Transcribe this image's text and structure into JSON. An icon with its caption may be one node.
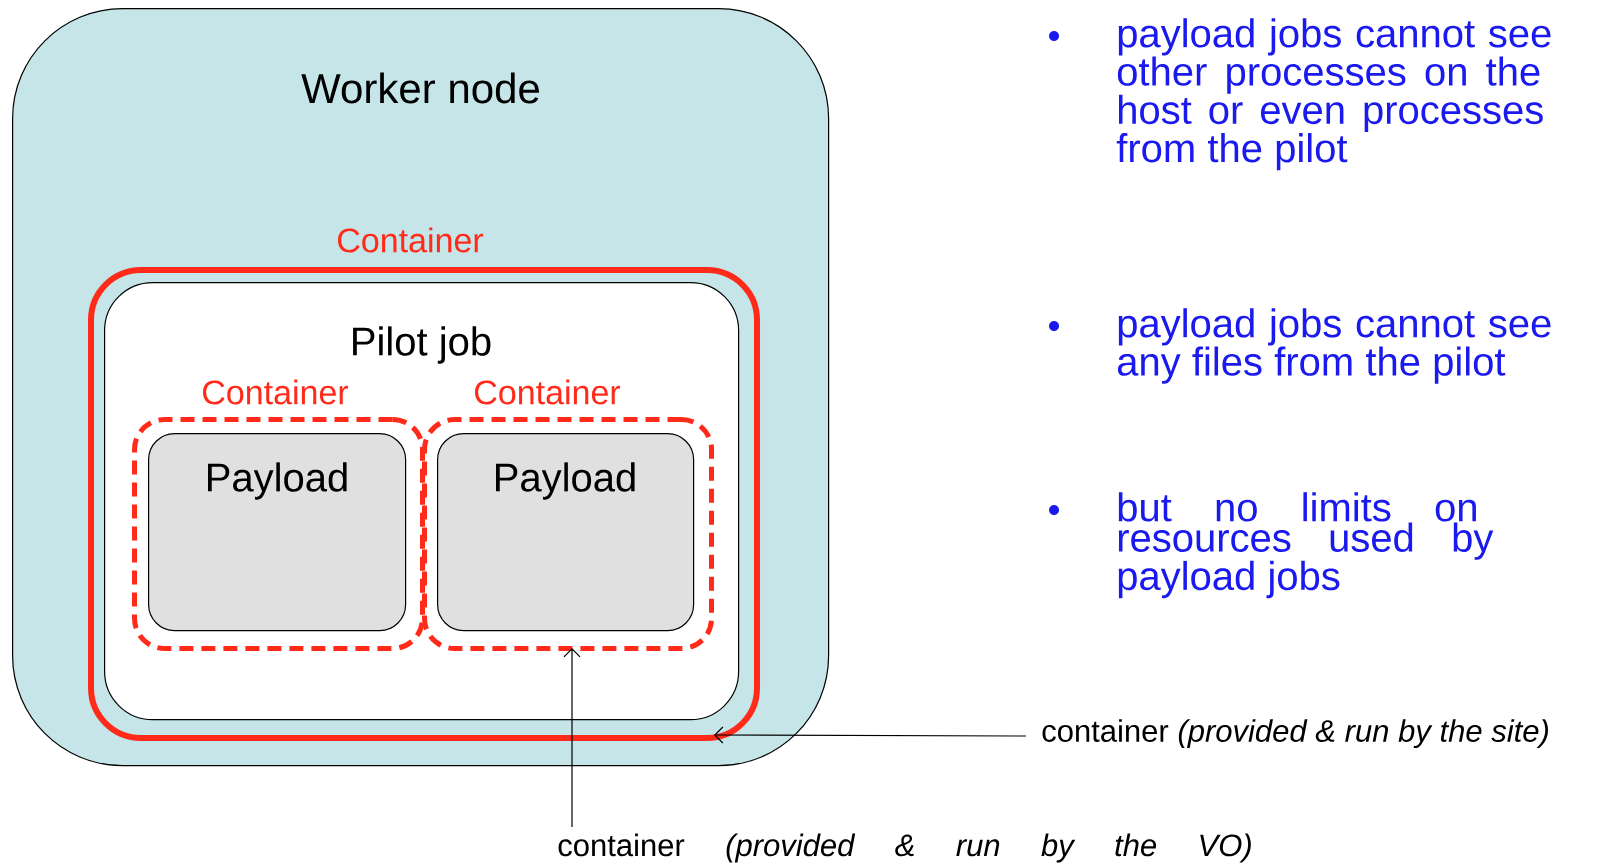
{
  "diagram": {
    "nodes": [
      {
        "text": [
          "Worker node"
        ]
      },
      {
        "text": [
          "Container"
        ],
        "in": 0
      },
      {
        "text": [
          "Pilot job"
        ],
        "in": 1
      },
      {
        "text": [
          "Container"
        ],
        "in": 2
      },
      {
        "text": [
          "Payload"
        ],
        "in": 3
      },
      {
        "text": [
          "Container"
        ],
        "in": 2
      },
      {
        "text": [
          "Payload"
        ],
        "in": 5
      },
      {
        "text": [
          "container *(provided & run by the site)*"
        ]
      },
      {
        "text": [
          "container *(provided & run by the VO)*"
        ]
      }
    ],
    "edges": [
      {
        "from": 7,
        "to": 1,
        "arrow": "to"
      },
      {
        "from": 8,
        "to": 5,
        "arrow": "to"
      }
    ],
    "labels": [
      "payload jobs cannot see other processes on the host or even processes from the pilot",
      "payload jobs cannot see any files from the pilot",
      "but no limits on resources used by payload jobs"
    ]
  }
}
